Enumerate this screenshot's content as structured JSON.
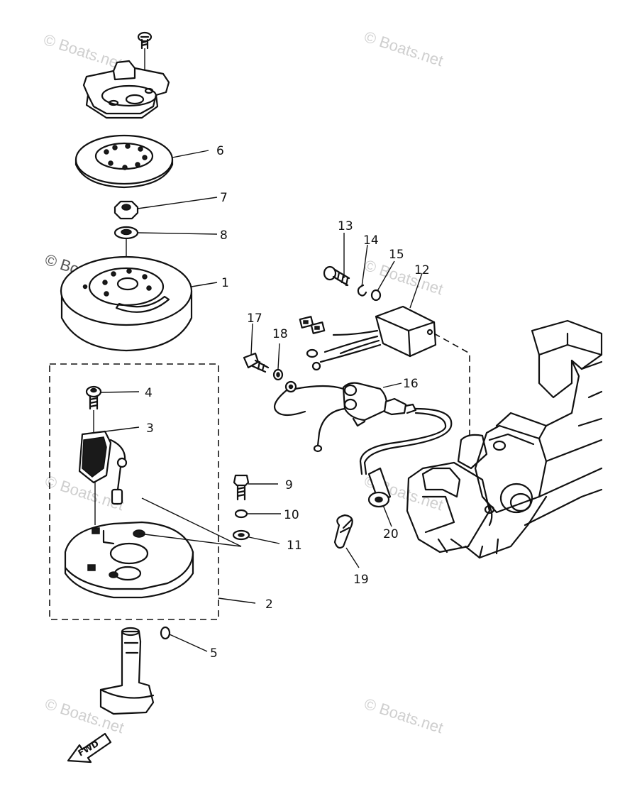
{
  "callouts": {
    "c1": "1",
    "c2": "2",
    "c3": "3",
    "c4": "4",
    "c5": "5",
    "c6": "6",
    "c7": "7",
    "c8": "8",
    "c9": "9",
    "c10": "10",
    "c11": "11",
    "c12": "12",
    "c13": "13",
    "c14": "14",
    "c15": "15",
    "c16": "16",
    "c17": "17",
    "c18": "18",
    "c19": "19",
    "c20": "20"
  },
  "direction_label": "FWD",
  "watermark": "© Boats.net"
}
